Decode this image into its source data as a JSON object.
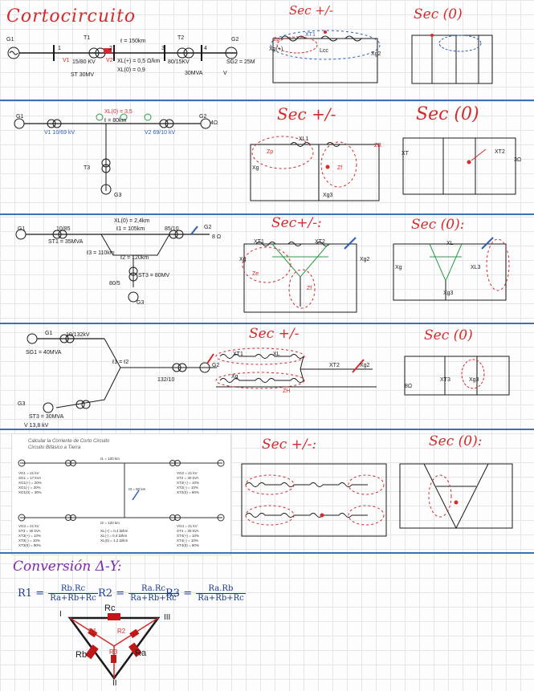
{
  "page": {
    "title": "Cortocircuito",
    "conversion_title": "Conversión Δ-Y:"
  },
  "sections": {
    "s1": {
      "sec_pm": "Sec +/-",
      "sec_0": "Sec (0)",
      "labels": {
        "g1": "G1",
        "g2": "G2",
        "t1": "T1",
        "t2": "T2",
        "line": "ℓ = 150km",
        "xl_pos": "XL(+) = 0,5 Ω/km",
        "xl_zero": "XL(0) = 0,9",
        "t1_ratio": "15/80 KV",
        "t2_ratio": "80/15KV",
        "s_t1": "ST 30MV",
        "s_t2": "30MVA",
        "s_g2": "SG2 = 25M",
        "v": "V",
        "v1": "V1",
        "v2": "V2",
        "n1": "1",
        "n2": "2",
        "n3": "3",
        "n4": "4",
        "zp": "Zp",
        "lcc": "Lcc",
        "xtrf": "XT1",
        "xg": "Xg(+)",
        "xg2": "Xg2"
      }
    },
    "s2": {
      "sec_pm": "Sec +/-",
      "sec_0": "Sec (0)",
      "labels": {
        "g1": "G1",
        "g2": "G2",
        "g3": "G3",
        "v1": "V1 10/69 kV",
        "v2": "V2 69/10 kV",
        "xl": "XL(0) = 3,5",
        "l": "ℓ = 80km",
        "t3": "T3",
        "r1": "4Ω",
        "r2": "3Ω",
        "zp": "Zp",
        "zf": "Zf",
        "xg": "Xg",
        "xl1": "XL1",
        "xt": "XT",
        "xt2": "XT2",
        "xg3": "Xg3",
        "zb": "ZB"
      }
    },
    "s3": {
      "sec_pm": "Sec+/-:",
      "sec_0": "Sec (0):",
      "labels": {
        "g1": "G1",
        "g2": "G2",
        "g3": "G3",
        "t1": "10/85",
        "st1": "ST1 = 35MVA",
        "t2": "85/10",
        "xline": "XL(0) = 2,4km",
        "l1": "ℓ1 = 105km",
        "l2": "ℓ2 = 120km",
        "l3": "ℓ3 = 110km",
        "t3": "80/5",
        "st3": "ST3 = 80MV",
        "r": "8 Ω",
        "ze": "Ze",
        "zf": "Zf",
        "xg": "Xg",
        "xt1": "XT1",
        "xl": "XL",
        "xt2": "XT2",
        "xg2": "Xg2",
        "xg3": "Xg3",
        "xl3": "XL3"
      }
    },
    "s4": {
      "sec_pm": "Sec +/-",
      "sec_0": "Sec (0)",
      "labels": {
        "g1": "G1",
        "g2": "G2",
        "g3": "G3",
        "t1": "10/132kV",
        "sg1": "SG1 = 40MVA",
        "l1": "ℓ1 = ℓ2",
        "t2": "132/10",
        "st3": "ST3 = 30MVA",
        "v": "V 13,8 kV",
        "zh": "ZH",
        "xt1": "XT1",
        "xl": "XL",
        "xt2": "XT2",
        "xg2": "Xg2",
        "xg": "Xg",
        "xt3": "XT3",
        "xg3": "Xg3",
        "r": "8Ω"
      }
    },
    "s5": {
      "sec_pm": "Sec +/-:",
      "sec_0": "Sec (0):",
      "printed": {
        "caption1": "Calcular la Corriente de Corto Circuito",
        "caption2": "Circuito Bifásico a Tierra",
        "len_top": "ℓ1 = 100 km",
        "len_bot": "ℓ2 = 120 km",
        "len_mid": "ℓ3 = 80 km",
        "left_block": [
          "VG1 = 21 kV",
          "SG1 = 17 kVA",
          "XG1(+) = 20%",
          "XG1(-) = 20%",
          "XG1(0) = 30%"
        ],
        "right_block": [
          "VG2 = 21 kV",
          "ST2 = 30 kVA",
          "XT2(+) = 10%",
          "XT2(-) = 10%",
          "XT2(0) = 90%"
        ],
        "left_block2": [
          "VG3 = 21 kV",
          "ST3 = 30 kVA",
          "XT3(+) = 10%",
          "XT3(-) = 10%",
          "XT3(0) = 90%"
        ],
        "right_block2": [
          "VG4 = 21 kV",
          "ST4 = 30 kVA",
          "XT4(+) = 10%",
          "XT4(-) = 10%",
          "XT4(0) = 90%"
        ],
        "mid_block": [
          "XL(+) = 0,4 Ω/km",
          "XL(-) = 0,4 Ω/km",
          "XL(0) = 1,2 Ω/km"
        ]
      }
    }
  },
  "conversion": {
    "r1": {
      "lhs": "R1 =",
      "num": "Rb.Rc",
      "den": "Ra+Rb+Rc"
    },
    "r2": {
      "lhs": "R2 =",
      "num": "Ra.Rc",
      "den": "Ra+Rb+Rc"
    },
    "r3": {
      "lhs": "R3 =",
      "num": "Ra.Rb",
      "den": "Ra+Rb+Rc"
    },
    "triangle": {
      "ra": "Ra",
      "rb": "Rb",
      "rc": "Rc",
      "r1": "R1",
      "r2": "R2",
      "r3": "R3",
      "n1": "I",
      "n2": "II",
      "n3": "III"
    }
  },
  "colors": {
    "red": "#d42a2a",
    "blue": "#2f5fb3",
    "green": "#2b9a4a",
    "purple": "#7a2ab0",
    "ink": "#1a1a1a",
    "separator": "#3f6fb6"
  }
}
